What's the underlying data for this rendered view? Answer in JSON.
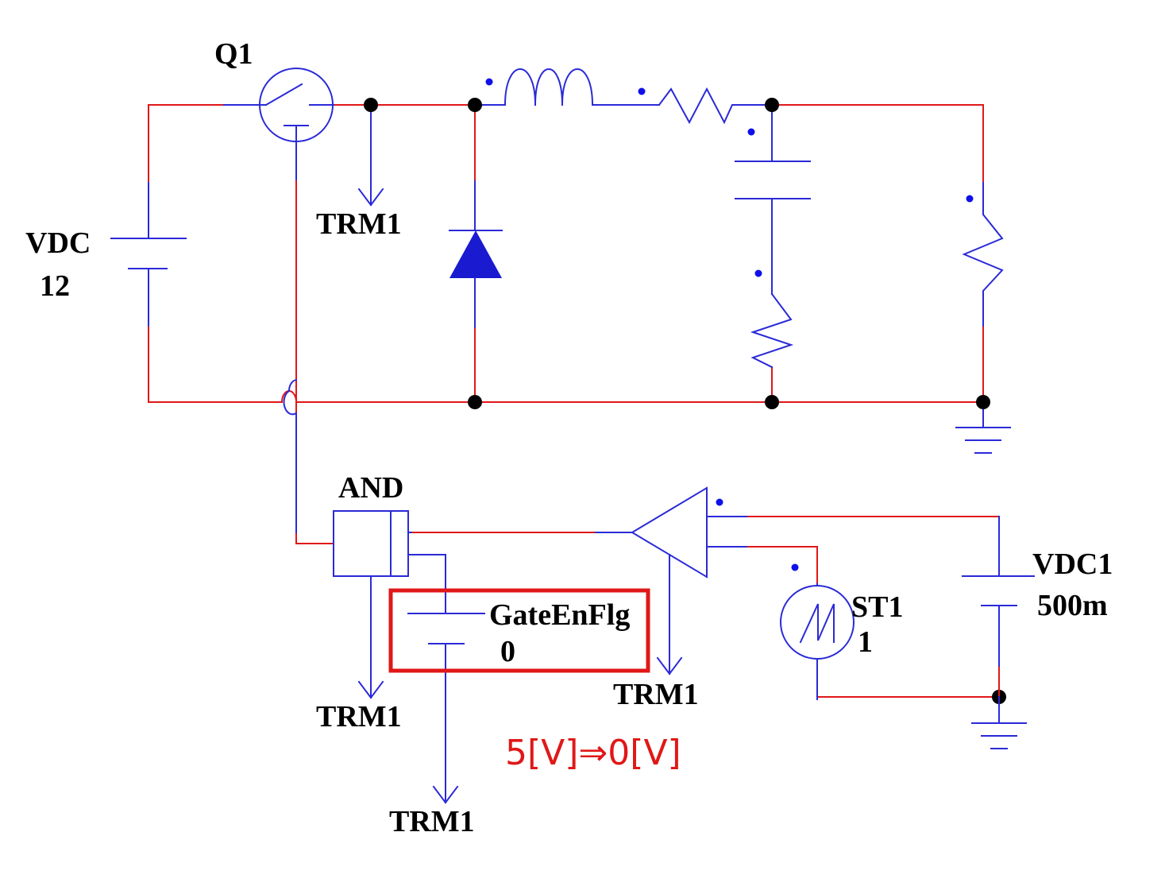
{
  "colors": {
    "wire_power": "#e01818",
    "component": "#2a2ad8",
    "node": "#000000",
    "pin_dot": "#1010e8",
    "highlight": "#e01818"
  },
  "labels": {
    "q1": "Q1",
    "vdc_name": "VDC",
    "vdc_value": "12",
    "trm1_top": "TRM1",
    "and_gate": "AND",
    "gate_flag_name": "GateEnFlg",
    "gate_flag_value": "0",
    "trm1_and": "TRM1",
    "trm1_flag": "TRM1",
    "trm1_comp": "TRM1",
    "st1_name": "ST1",
    "st1_value": "1",
    "vdc1_name": "VDC1",
    "vdc1_value": "500m"
  },
  "annotation": {
    "text": "5[V]⇒0[V]"
  }
}
